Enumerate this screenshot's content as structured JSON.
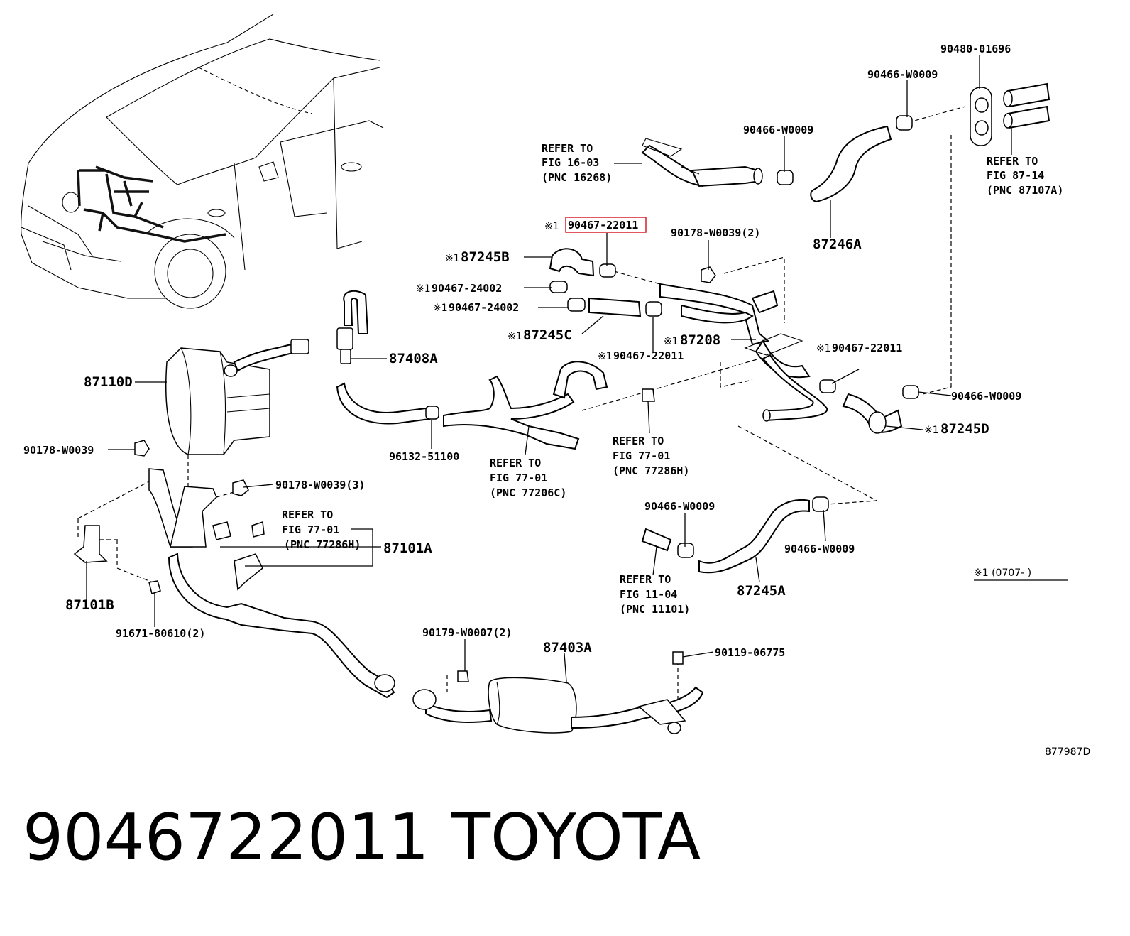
{
  "diagram": {
    "figure_code": "877987D",
    "highlighted_part": "90467-22011",
    "range_note": "※1 (0707-      )",
    "mark": "※1",
    "labels": {
      "p90480_01696": "90480-01696",
      "p90466_w0009_a": "90466-W0009",
      "p90466_w0009_b": "90466-W0009",
      "refer_16_03_l1": "REFER TO",
      "refer_16_03_l2": "FIG 16-03",
      "refer_16_03_l3": "(PNC 16268)",
      "refer_87_14_l1": "REFER TO",
      "refer_87_14_l2": "FIG 87-14",
      "refer_87_14_l3": "(PNC 87107A)",
      "p87246a": "87246A",
      "p90178_w0039_2": "90178-W0039(2)",
      "p87245b": "87245B",
      "p90467_24002_a": "90467-24002",
      "p90467_24002_b": "90467-24002",
      "p87245c": "87245C",
      "p87208": "87208",
      "p90467_22011_b": "90467-22011",
      "p90467_22011_c": "90467-22011",
      "p87408a": "87408A",
      "p87110d": "87110D",
      "p90466_w0009_c": "90466-W0009",
      "p87245d": "87245D",
      "p96132_51100": "96132-51100",
      "refer_77_01a_l1": "REFER TO",
      "refer_77_01a_l2": "FIG 77-01",
      "refer_77_01a_l3": "(PNC 77206C)",
      "refer_77_01b_l1": "REFER TO",
      "refer_77_01b_l2": "FIG 77-01",
      "refer_77_01b_l3": "(PNC 77286H)",
      "p90178_w0039": "90178-W0039",
      "p90178_w0039_3": "90178-W0039(3)",
      "refer_77_01c_l1": "REFER TO",
      "refer_77_01c_l2": "FIG 77-01",
      "refer_77_01c_l3": "(PNC 77286H)",
      "p87101a": "87101A",
      "p90466_w0009_d": "90466-W0009",
      "p90466_w0009_e": "90466-W0009",
      "refer_11_04_l1": "REFER TO",
      "refer_11_04_l2": "FIG 11-04",
      "refer_11_04_l3": "(PNC 11101)",
      "p87245a": "87245A",
      "p87101b": "87101B",
      "p91671_80610_2": "91671-80610(2)",
      "p90179_w0007_2": "90179-W0007(2)",
      "p87403a": "87403A",
      "p90119_06775": "90119-06775"
    }
  },
  "footer": {
    "part_number": "9046722011",
    "brand": "TOYOTA"
  },
  "colors": {
    "highlight": "#d81e2a",
    "line": "#000000",
    "background": "#ffffff"
  }
}
